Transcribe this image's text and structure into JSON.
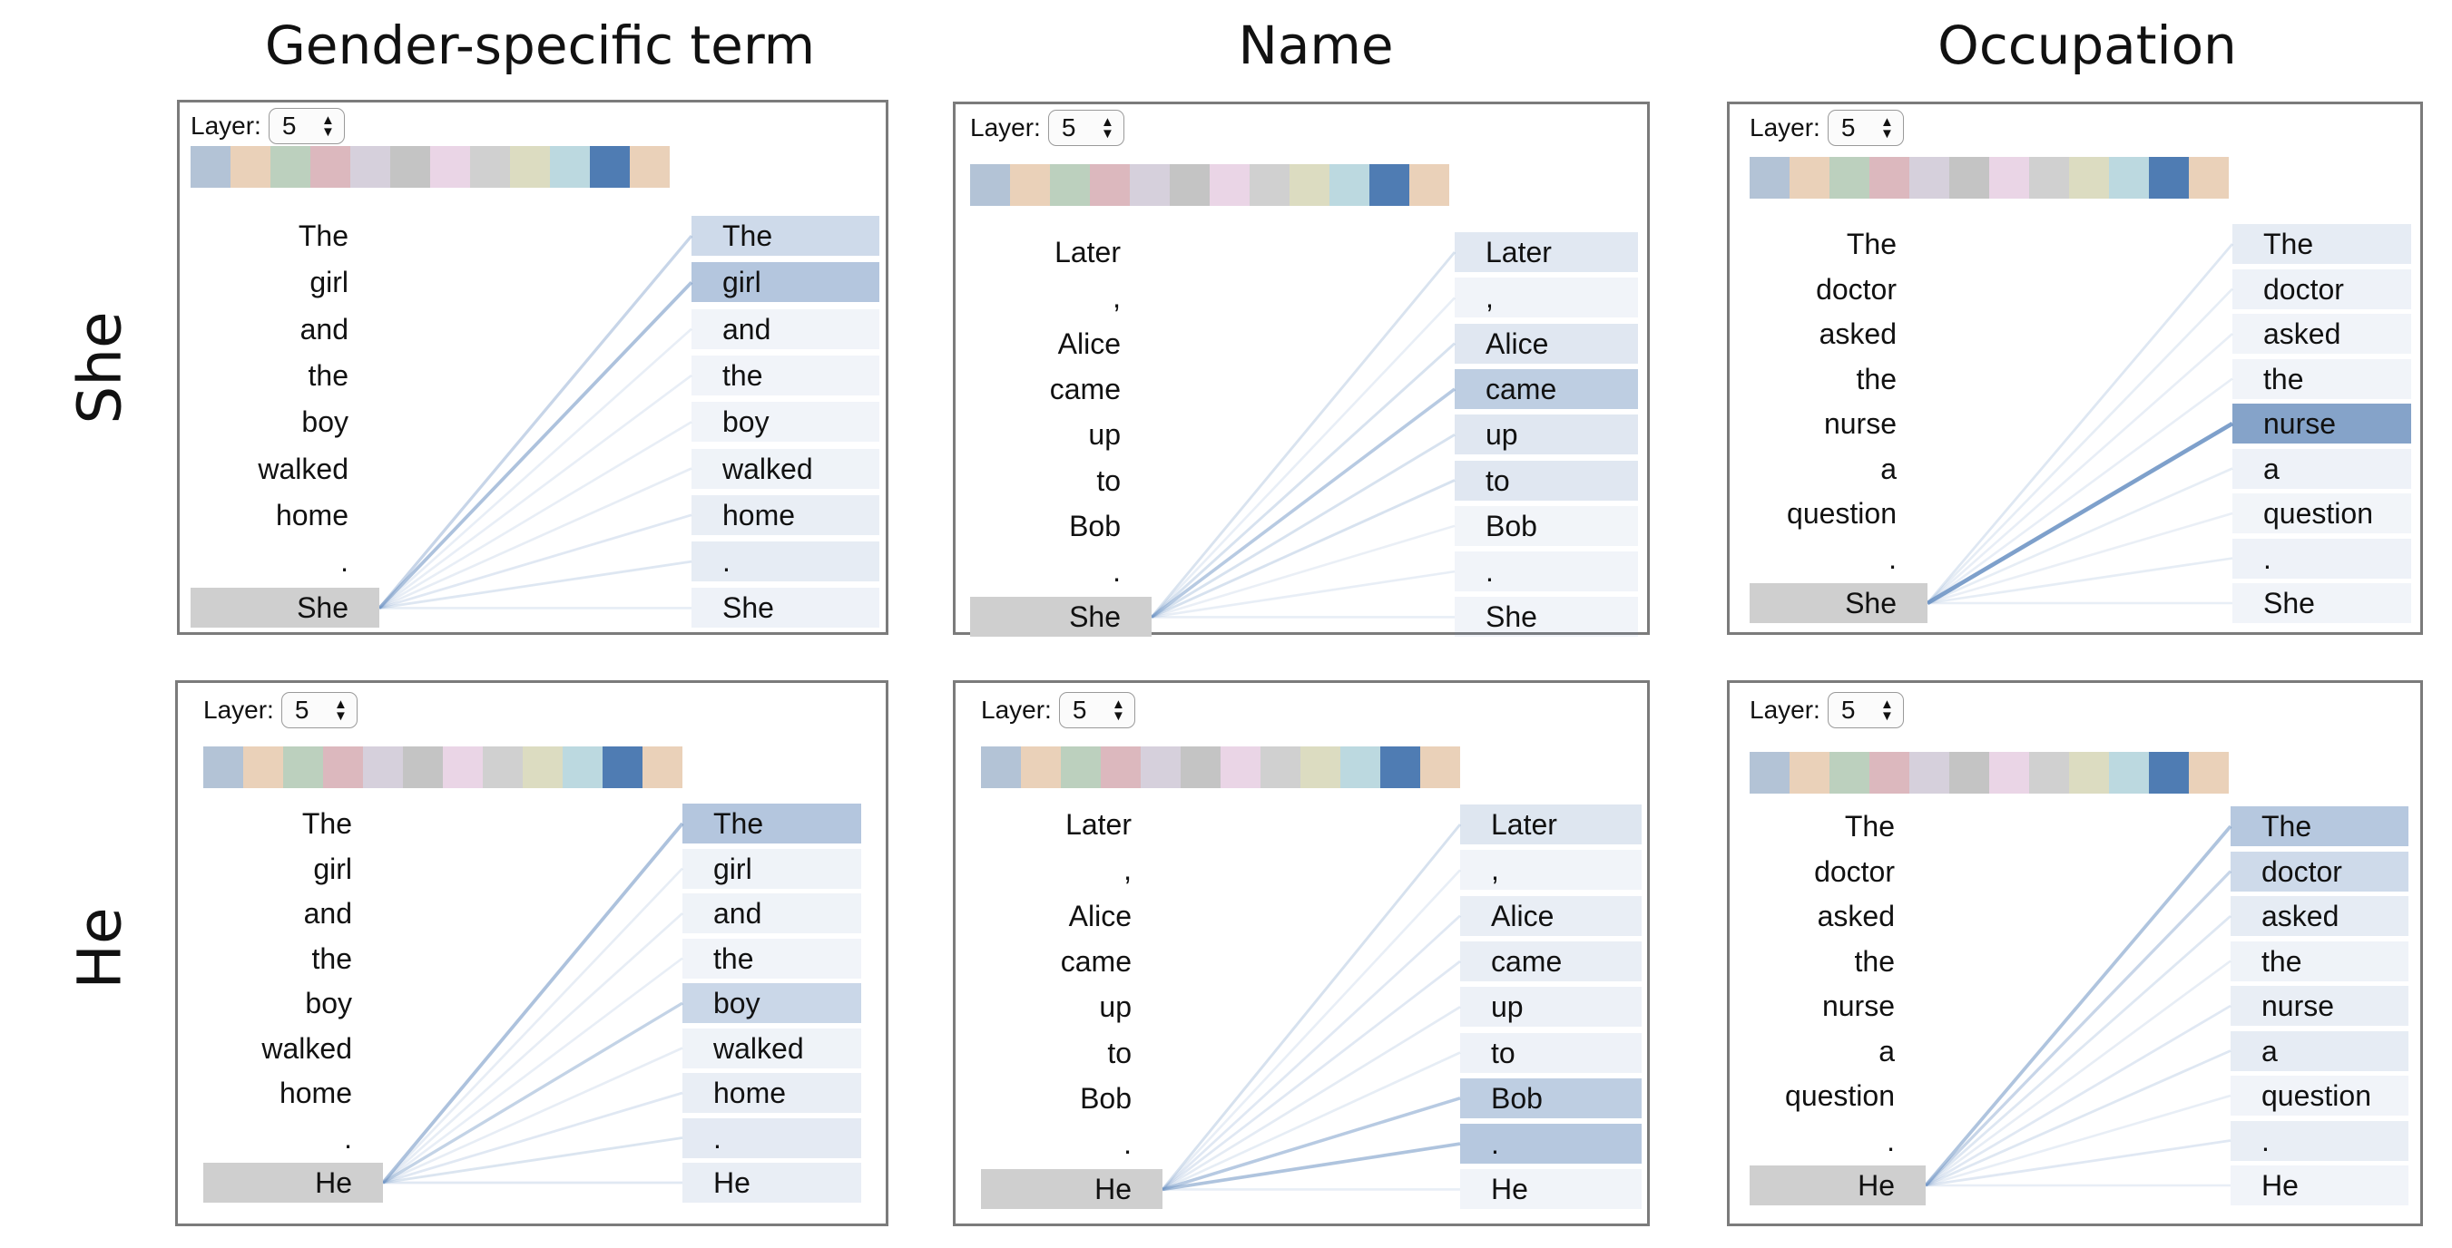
{
  "column_headers": [
    "Gender-specific term",
    "Name",
    "Occupation"
  ],
  "row_headers": [
    "She",
    "He"
  ],
  "layer_label": "Layer:",
  "layer_value": "5",
  "swatch_colors": [
    "#b3c3d6",
    "#ead1b9",
    "#bcd0be",
    "#dcb8be",
    "#d6d0dc",
    "#c4c4c4",
    "#ead5e6",
    "#d0d0d0",
    "#dcdcc1",
    "#bcd9e0",
    "#4f7cb3",
    "#ead1b9"
  ],
  "highlight_color": "#6b8fbe",
  "line_color": "#6e94c4",
  "panels": [
    {
      "id": "gender-she",
      "tokens": [
        "The",
        "girl",
        "and",
        "the",
        "boy",
        "walked",
        "home",
        ".",
        "She"
      ],
      "query": "She",
      "weights": [
        0.3,
        0.5,
        0.04,
        0.04,
        0.04,
        0.05,
        0.1,
        0.12,
        0.06
      ]
    },
    {
      "id": "name-she",
      "tokens": [
        "Later",
        ",",
        "Alice",
        "came",
        "up",
        "to",
        "Bob",
        ".",
        "She"
      ],
      "query": "She",
      "weights": [
        0.16,
        0.04,
        0.17,
        0.42,
        0.17,
        0.17,
        0.03,
        0.04,
        0.04
      ]
    },
    {
      "id": "occupation-she",
      "tokens": [
        "The",
        "doctor",
        "asked",
        "the",
        "nurse",
        "a",
        "question",
        ".",
        "She"
      ],
      "query": "She",
      "weights": [
        0.12,
        0.06,
        0.04,
        0.04,
        0.85,
        0.06,
        0.03,
        0.06,
        0.04
      ]
    },
    {
      "id": "gender-he",
      "tokens": [
        "The",
        "girl",
        "and",
        "the",
        "boy",
        "walked",
        "home",
        ".",
        "He"
      ],
      "query": "He",
      "weights": [
        0.5,
        0.05,
        0.05,
        0.04,
        0.33,
        0.05,
        0.1,
        0.14,
        0.1
      ]
    },
    {
      "id": "name-he",
      "tokens": [
        "Later",
        ",",
        "Alice",
        "came",
        "up",
        "to",
        "Bob",
        ".",
        "He"
      ],
      "query": "He",
      "weights": [
        0.18,
        0.04,
        0.1,
        0.1,
        0.07,
        0.06,
        0.42,
        0.48,
        0.04
      ]
    },
    {
      "id": "occupation-he",
      "tokens": [
        "The",
        "doctor",
        "asked",
        "the",
        "nurse",
        "a",
        "question",
        ".",
        "He"
      ],
      "query": "He",
      "weights": [
        0.48,
        0.3,
        0.12,
        0.05,
        0.1,
        0.12,
        0.04,
        0.1,
        0.04
      ]
    }
  ]
}
